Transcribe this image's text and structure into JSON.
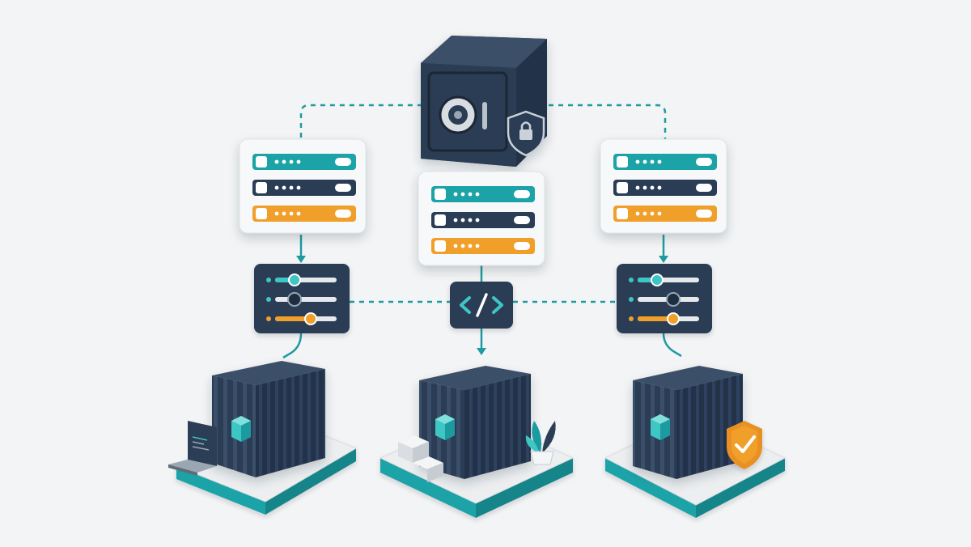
{
  "colors": {
    "background": "#f3f4f5",
    "navy": "#2c3e55",
    "navy_dark": "#1f2d40",
    "teal": "#1fa3a8",
    "teal_light": "#3ec6c3",
    "orange": "#f0a02a",
    "card": "#f7f8f9",
    "platform": "#eceef0",
    "connector": "#1e9aa0"
  },
  "diagram": {
    "vault": {
      "icon": "safe-vault-icon",
      "badge": "shield-lock-icon"
    },
    "config_cards": [
      {
        "id": "left",
        "icon": "config-list-icon"
      },
      {
        "id": "center",
        "icon": "config-list-icon"
      },
      {
        "id": "right",
        "icon": "config-list-icon"
      }
    ],
    "mixers": [
      {
        "id": "left",
        "icon": "settings-sliders-icon"
      },
      {
        "id": "right",
        "icon": "settings-sliders-icon"
      }
    ],
    "code_node": {
      "icon": "code-brackets-icon"
    },
    "containers": [
      {
        "id": "left",
        "icon": "container-icon",
        "accessory": "laptop-icon"
      },
      {
        "id": "center",
        "icon": "container-icon",
        "accessory": "plant-icon"
      },
      {
        "id": "right",
        "icon": "container-icon",
        "accessory": "shield-check-icon"
      }
    ]
  }
}
